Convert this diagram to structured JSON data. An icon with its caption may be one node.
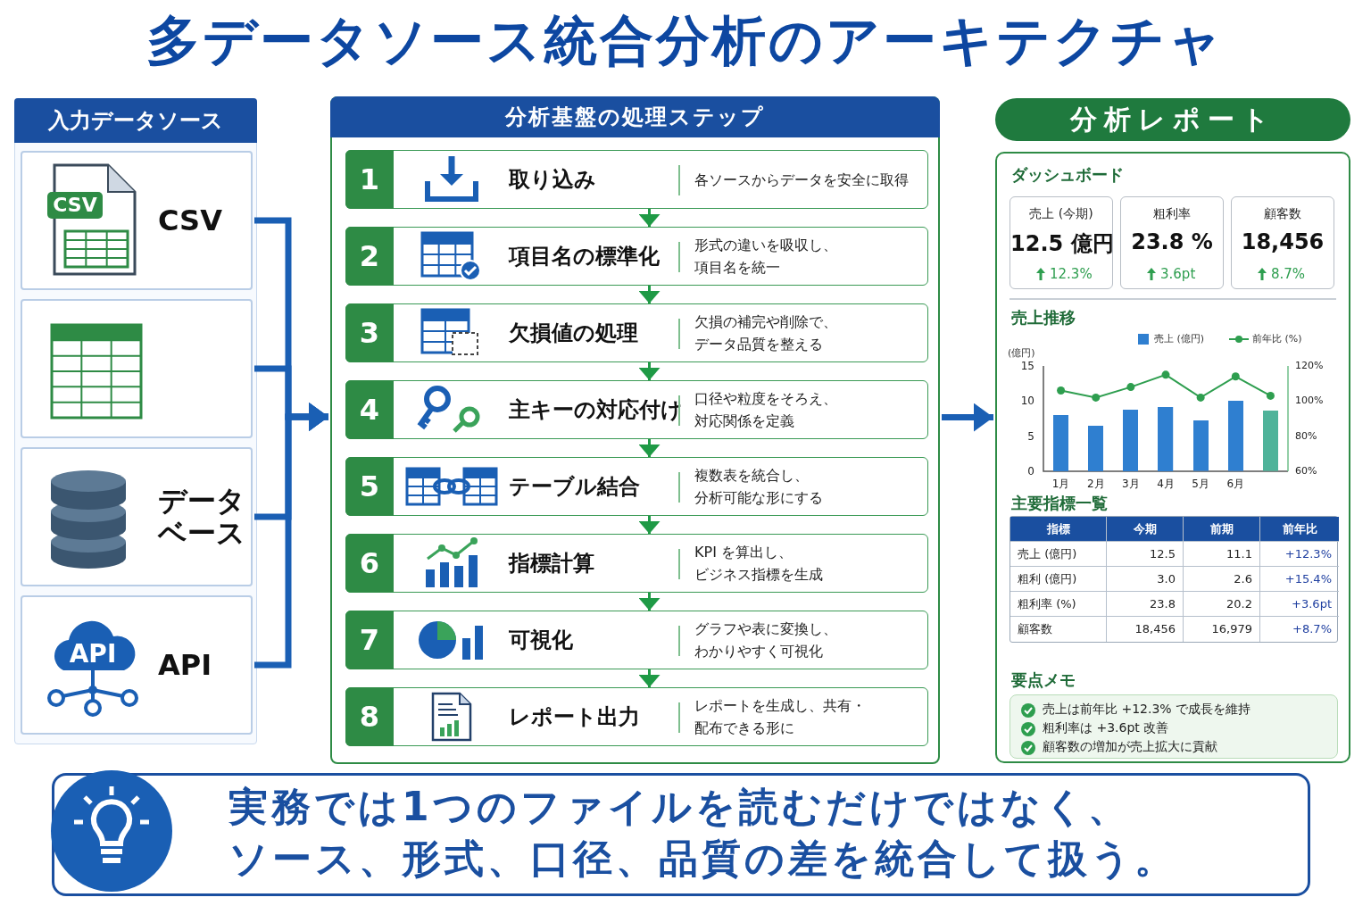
{
  "diagram": {
    "title": "多データソース統合分析のアーキテクチャ",
    "nodes": [
      {
        "text": [
          "入力データソース"
        ]
      },
      {
        "text": [
          "CSV",
          "CSV"
        ],
        "in": 0
      },
      {
        "text": [],
        "shape": "box",
        "in": 0
      },
      {
        "text": [
          "データベース"
        ],
        "in": 0
      },
      {
        "text": [
          "API",
          "API"
        ],
        "in": 0
      },
      {
        "text": [
          "分析基盤の処理ステップ"
        ]
      },
      {
        "text": [
          "1",
          "取り込み",
          "各ソースからデータを安全に取得"
        ],
        "in": 5
      },
      {
        "text": [
          "2",
          "項目名の標準化",
          "形式の違いを吸収し、項目名を統一"
        ],
        "in": 5
      },
      {
        "text": [
          "3",
          "欠損値の処理",
          "欠損の補完や削除で、データ品質を整える"
        ],
        "in": 5
      },
      {
        "text": [
          "4",
          "主キーの対応付け",
          "口径や粒度をそろえ、対応関係を定義"
        ],
        "in": 5
      },
      {
        "text": [
          "5",
          "テーブル結合",
          "複数表を統合し、分析可能な形にする"
        ],
        "in": 5
      },
      {
        "text": [
          "6",
          "指標計算",
          "KPI を算出し、ビジネス指標を生成"
        ],
        "in": 5
      },
      {
        "text": [
          "7",
          "可視化",
          "グラフや表に変換し、わかりやすく可視化"
        ],
        "in": 5
      },
      {
        "text": [
          "8",
          "レポート出力",
          "レポートを生成し、共有・配布できる形に"
        ],
        "in": 5
      },
      {
        "text": [
          "分析レポート"
        ]
      },
      {
        "text": [
          "売上 (今期)",
          "12.5 億円",
          "12.3%"
        ],
        "in": 14
      },
      {
        "text": [
          "粗利率",
          "23.8 %",
          "3.6pt"
        ],
        "in": 14
      },
      {
        "text": [
          "顧客数",
          "18,456",
          "8.7%"
        ],
        "in": 14
      },
      {
        "text": [
          "売上は前年比 +12.3% で成長を維持",
          "粗利率は +3.6pt 改善",
          "顧客数の増加が売上拡大に貢献"
        ],
        "beside": [
          "要点メモ"
        ],
        "in": 14
      },
      {
        "text": [
          "実務では1つのファイルを読むだけではなく、ソース、形式、口径、品質の差を統合して扱う。"
        ]
      }
    ],
    "edges": [
      {
        "from": 1,
        "to": 5,
        "arrow": "to",
        "style": "thick",
        "color": "#1a5fb4"
      },
      {
        "from": 2,
        "to": 5,
        "arrow": "to",
        "style": "thick",
        "color": "#1a5fb4"
      },
      {
        "from": 3,
        "to": 5,
        "arrow": "to",
        "style": "thick",
        "color": "#1a5fb4"
      },
      {
        "from": 4,
        "to": 5,
        "arrow": "to",
        "style": "thick",
        "color": "#1a5fb4"
      },
      {
        "from": 6,
        "to": 7,
        "arrow": "to"
      },
      {
        "from": 7,
        "to": 8,
        "arrow": "to"
      },
      {
        "from": 8,
        "to": 9,
        "arrow": "to"
      },
      {
        "from": 9,
        "to": 10,
        "arrow": "to"
      },
      {
        "from": 10,
        "to": 11,
        "arrow": "to"
      },
      {
        "from": 11,
        "to": 12,
        "arrow": "to"
      },
      {
        "from": 12,
        "to": 13,
        "arrow": "to"
      },
      {
        "from": 5,
        "to": 14,
        "arrow": "to",
        "style": "thick",
        "color": "#1a5fb4"
      }
    ],
    "labels": [
      "ダッシュボード",
      "主要指標一覧",
      "指標",
      "今期",
      "前期",
      "前年比",
      "売上 (億円)",
      "12.5",
      "11.1",
      "+12.3%",
      "粗利 (億円)",
      "3.0",
      "2.6",
      "+15.4%",
      "粗利率 (%)",
      "23.8",
      "20.2",
      "+3.6pt",
      "顧客数",
      "18,456",
      "16,979",
      "+8.7%"
    ],
    "chart_data": {
      "type": "bar",
      "title": "売上推移",
      "ylabel": "(億円)",
      "categories": [
        "1月",
        "2月",
        "3月",
        "4月",
        "5月",
        "6月",
        null
      ],
      "series": [
        {
          "name": "売上 (億円)",
          "color": "#2f7fd0",
          "values": [
            8,
            6.5,
            8.8,
            9.2,
            7.2,
            10,
            null
          ]
        },
        {
          "color": "#4fb39a",
          "values": [
            null,
            null,
            null,
            null,
            null,
            null,
            8.6
          ]
        },
        {
          "name": "前年比 (%)",
          "color": "#2e9e4f",
          "type": "line",
          "axis": "y2",
          "marker": "o",
          "values": [
            106,
            102,
            108,
            115,
            102,
            114,
            103
          ]
        }
      ],
      "stacked": true,
      "legend": "top",
      "ylim": [
        0,
        15
      ],
      "yticks": [
        0,
        5,
        10,
        15
      ],
      "y2lim": [
        60,
        120
      ],
      "y2ticks": [
        {
          "value": 60,
          "label": "60%"
        },
        {
          "value": 80,
          "label": "80%"
        },
        {
          "value": 100,
          "label": "100%"
        },
        {
          "value": 120,
          "label": "120%"
        }
      ]
    }
  }
}
